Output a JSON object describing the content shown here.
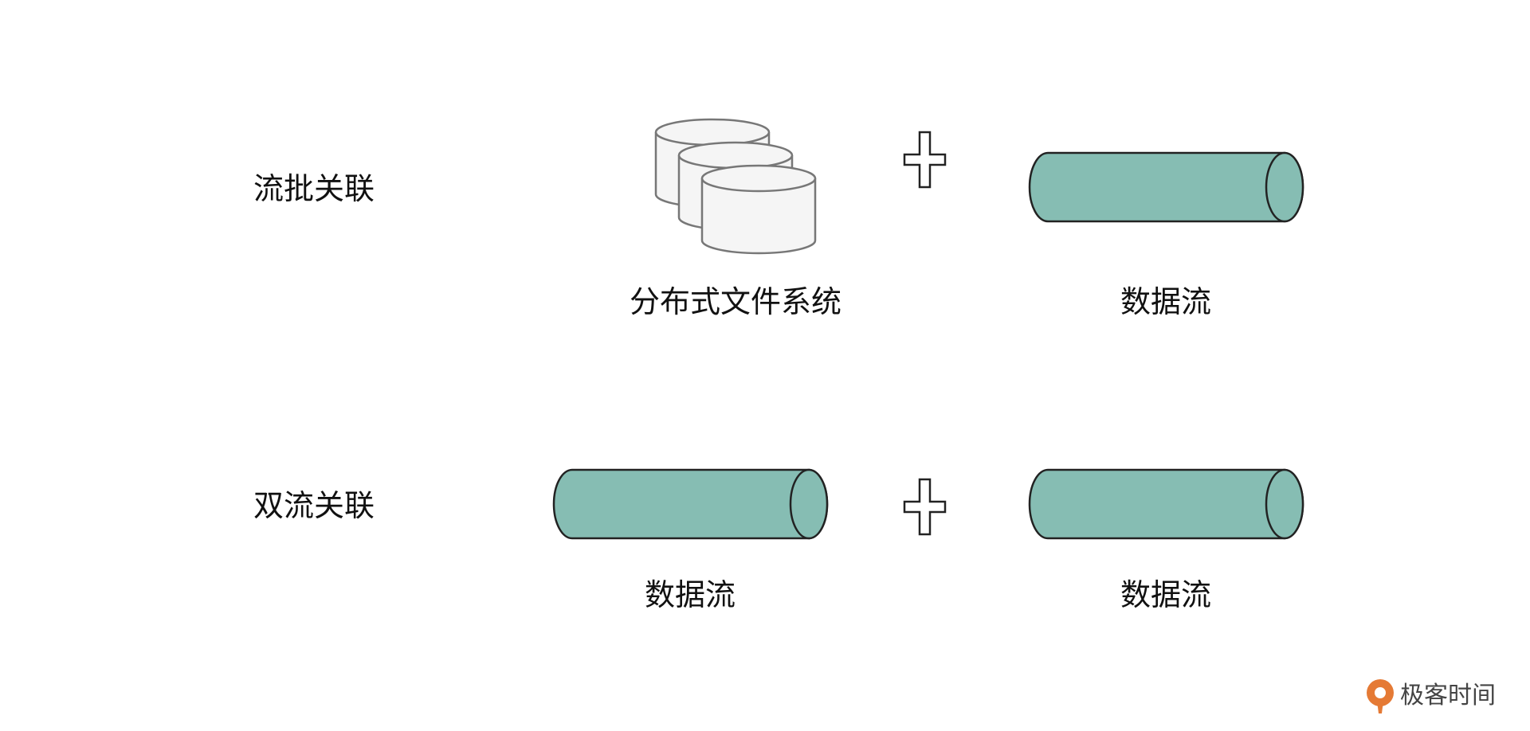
{
  "rows": [
    {
      "label": "流批关联",
      "left": {
        "kind": "storage",
        "icon": "database-stack-icon",
        "label": "分布式文件系统"
      },
      "operator": "plus-icon",
      "right": {
        "kind": "stream",
        "icon": "stream-cylinder-icon",
        "label": "数据流"
      }
    },
    {
      "label": "双流关联",
      "left": {
        "kind": "stream",
        "icon": "stream-cylinder-icon",
        "label": "数据流"
      },
      "operator": "plus-icon",
      "right": {
        "kind": "stream",
        "icon": "stream-cylinder-icon",
        "label": "数据流"
      }
    }
  ],
  "brand": {
    "text": "极客时间",
    "icon": "geektime-logo-icon"
  },
  "colors": {
    "stream_fill": "#86bdb3",
    "outline": "#222222",
    "storage_fill": "#f5f5f5",
    "storage_stroke": "#777777",
    "brand_orange": "#e57a35"
  }
}
